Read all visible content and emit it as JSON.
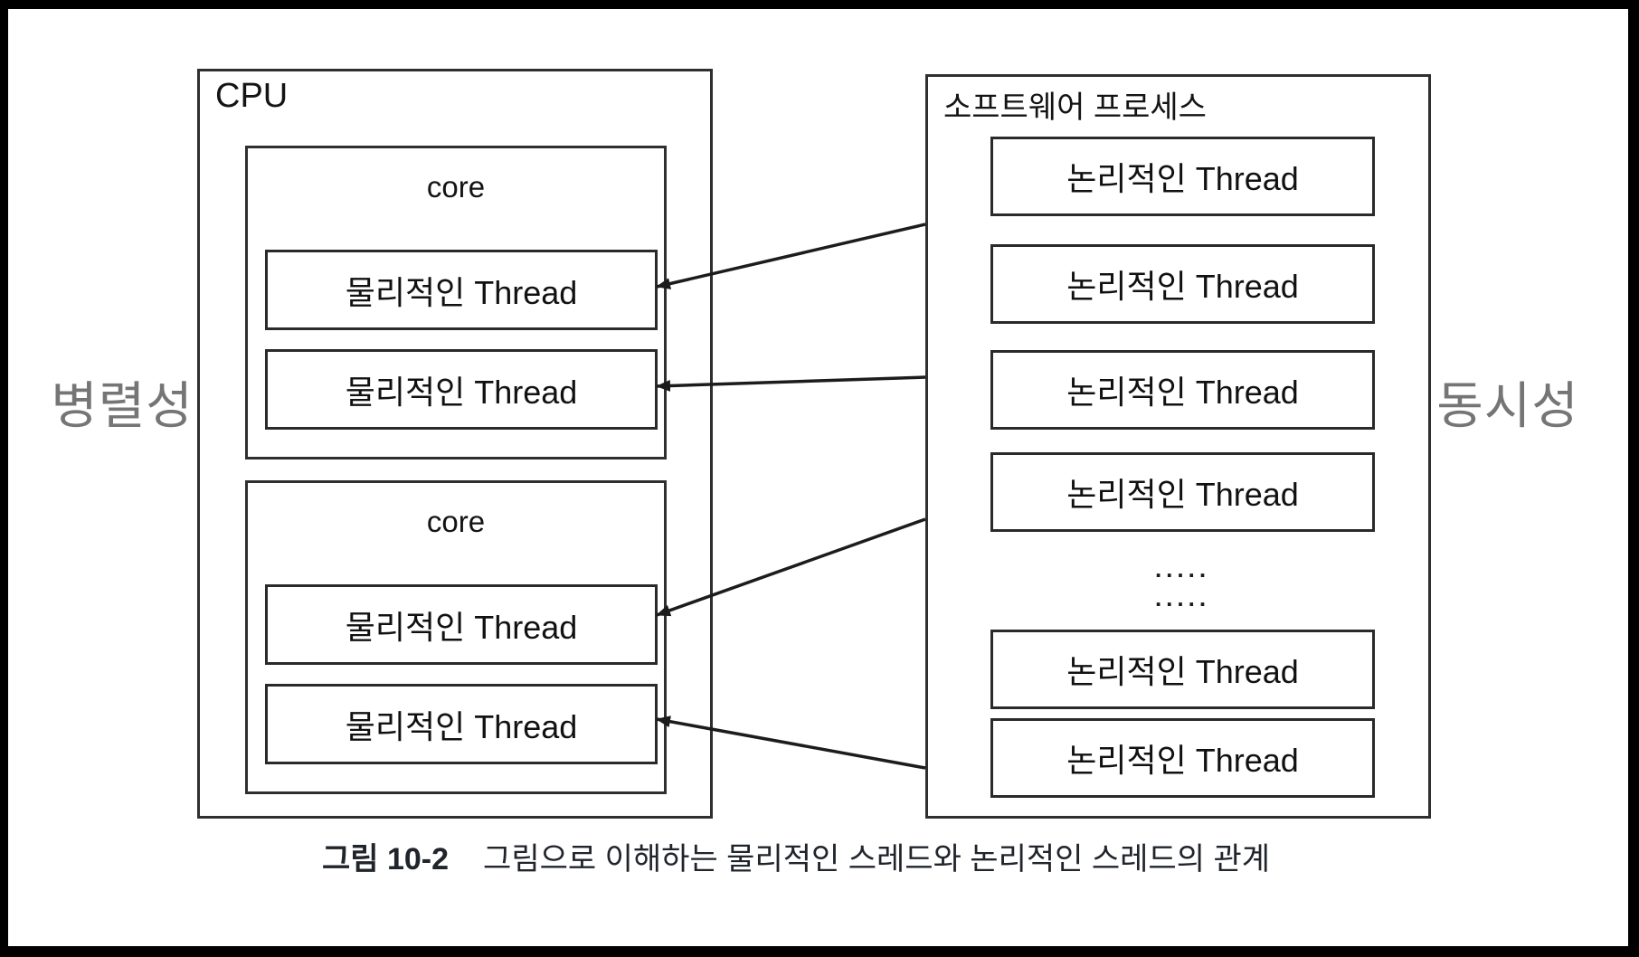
{
  "side_labels": {
    "parallelism": "병렬성",
    "concurrency": "동시성"
  },
  "cpu": {
    "title": "CPU",
    "cores": [
      {
        "label": "core",
        "threads": [
          "물리적인 Thread",
          "물리적인 Thread"
        ]
      },
      {
        "label": "core",
        "threads": [
          "물리적인 Thread",
          "물리적인 Thread"
        ]
      }
    ]
  },
  "software_process": {
    "title": "소프트웨어 프로세스",
    "threads_top": [
      "논리적인 Thread",
      "논리적인 Thread",
      "논리적인 Thread",
      "논리적인 Thread"
    ],
    "ellipsis_rows": [
      ".....",
      "....."
    ],
    "threads_bottom": [
      "논리적인 Thread",
      "논리적인 Thread"
    ]
  },
  "caption": {
    "figure_label": "그림 10-2",
    "text": "그림으로 이해하는 물리적인 스레드와 논리적인 스레드의 관계"
  },
  "colors": {
    "frame": "#000000",
    "background": "#ffffff",
    "box_border": "#2f2f2f",
    "arrow": "#1c1c1c",
    "text": "#141414",
    "side_label": "#757575"
  }
}
